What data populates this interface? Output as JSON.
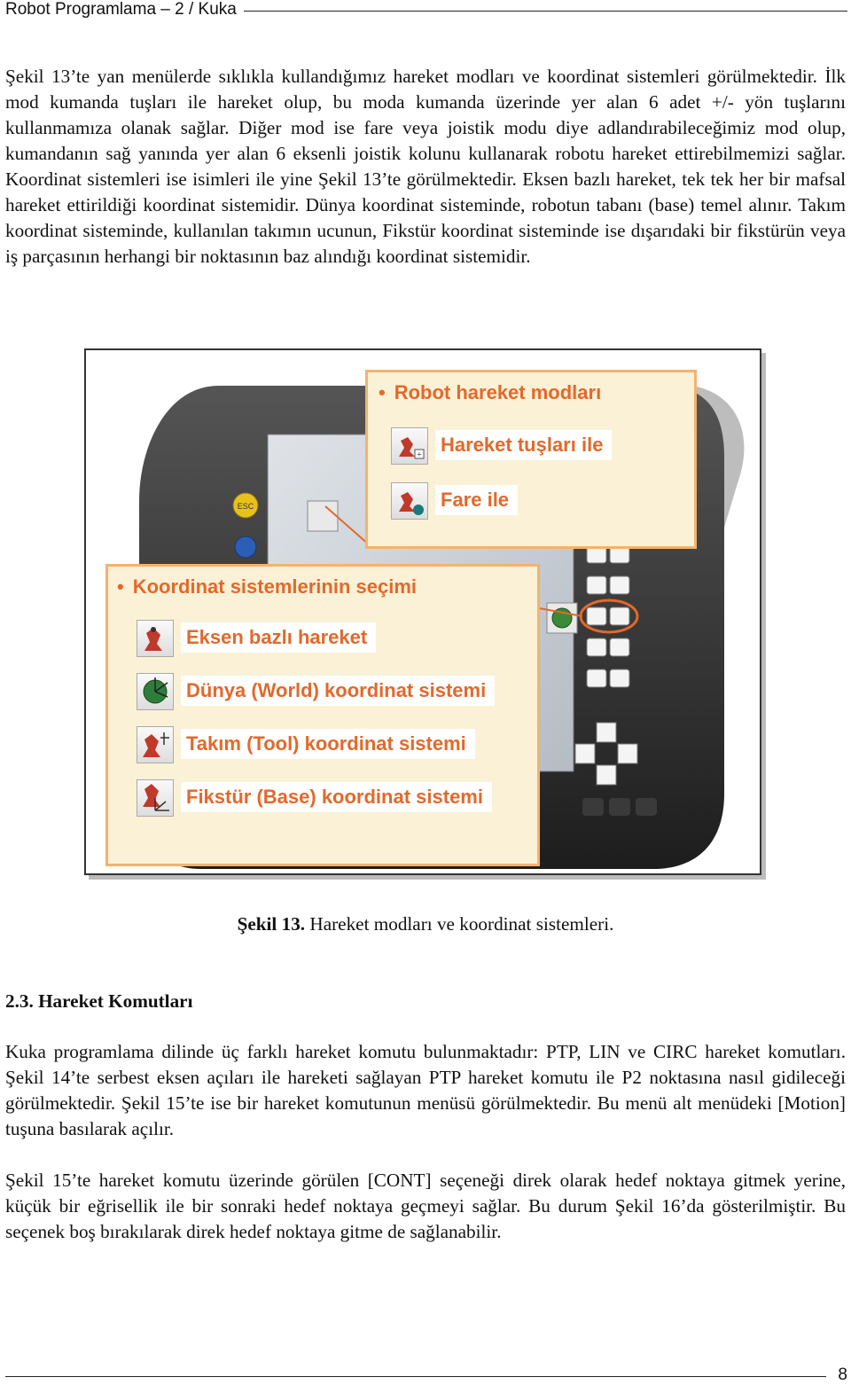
{
  "header": {
    "title": "Robot Programlama – 2 / Kuka"
  },
  "paragraphs": {
    "p1": "Şekil 13’te yan menülerde sıklıkla kullandığımız hareket modları ve koordinat sistemleri görülmektedir. İlk mod kumanda tuşları ile hareket olup, bu moda kumanda üzerinde yer alan 6 adet +/- yön tuşlarını kullanmamıza olanak sağlar. Diğer mod ise fare veya joistik modu diye adlandırabileceğimiz mod olup, kumandanın sağ yanında yer alan 6 eksenli joistik kolunu kullanarak robotu hareket ettirebilmemizi sağlar. Koordinat sistemleri ise isimleri ile yine Şekil 13’te görülmektedir. Eksen bazlı hareket, tek tek her bir mafsal hareket ettirildiği koordinat sistemidir. Dünya koordinat sisteminde, robotun tabanı (base) temel alınır. Takım koordinat sisteminde, kullanılan takımın ucunun, Fikstür koordinat sisteminde ise dışarıdaki bir fikstürün veya iş parçasının herhangi bir noktasının baz alındığı koordinat sistemidir.",
    "p2": "Kuka programlama dilinde üç farklı hareket komutu bulunmaktadır: PTP, LIN ve CIRC hareket komutları. Şekil 14’te serbest eksen açıları ile hareketi sağlayan PTP hareket komutu ile P2 noktasına nasıl gidileceği görülmektedir. Şekil 15’te ise bir hareket komutunun menüsü görülmektedir. Bu menü alt menüdeki [Motion] tuşuna basılarak açılır.",
    "p3": "Şekil 15’te hareket komutu üzerinde görülen [CONT] seçeneği direk olarak hedef noktaya gitmek yerine, küçük bir eğrisellik ile bir sonraki hedef noktaya geçmeyi sağlar. Bu durum Şekil 16’da gösterilmiştir. Bu seçenek boş bırakılarak direk hedef noktaya gitme de sağlanabilir."
  },
  "figure": {
    "motion_modes": {
      "title": "Robot hareket modları",
      "items": [
        {
          "label": "Hareket tuşları ile",
          "icon": "robot-keys-icon"
        },
        {
          "label": "Fare ile",
          "icon": "robot-mouse-icon"
        }
      ]
    },
    "coord_systems": {
      "title": "Koordinat sistemlerinin seçimi",
      "items": [
        {
          "label": "Eksen bazlı hareket",
          "icon": "axis-robot-icon"
        },
        {
          "label": "Dünya (World) koordinat sistemi",
          "icon": "world-globe-icon"
        },
        {
          "label": "Takım (Tool) koordinat sistemi",
          "icon": "tool-robot-icon"
        },
        {
          "label": "Fikstür (Base) koordinat sistemi",
          "icon": "base-robot-icon"
        }
      ]
    },
    "pendant_keys": [
      "ESC"
    ],
    "accent_color": "#e2692b",
    "callout_bg": "#fbf1d6",
    "callout_border": "#f2b36f"
  },
  "caption": {
    "label": "Şekil 13.",
    "text": " Hareket modları ve koordinat sistemleri."
  },
  "section": {
    "title": "2.3. Hareket Komutları"
  },
  "footer": {
    "page_number": "8"
  }
}
